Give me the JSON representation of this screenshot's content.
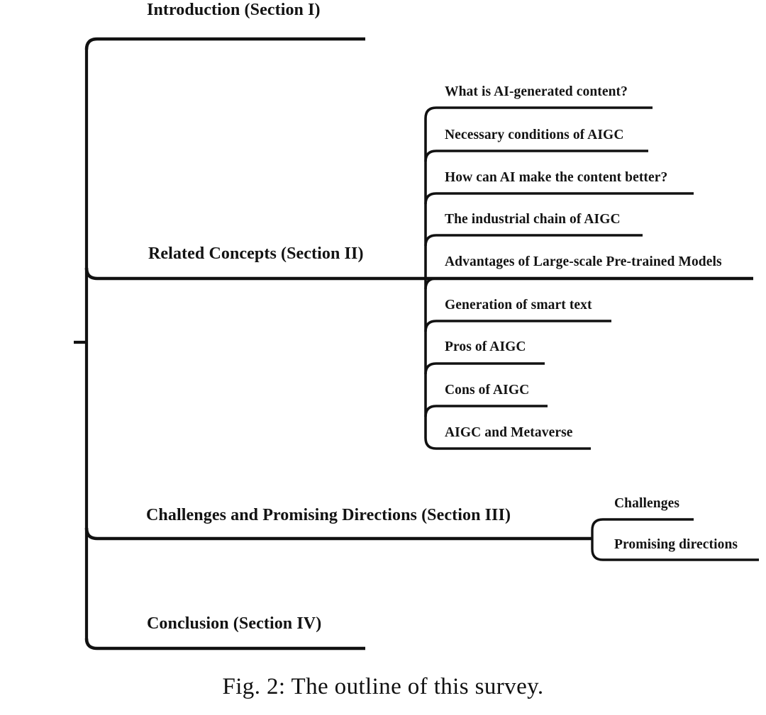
{
  "figure": {
    "caption": "Fig. 2: The outline of this survey.",
    "background_color": "#ffffff",
    "line_color": "#111111",
    "text_color": "#131313"
  },
  "root": {
    "name": "survey-outline-root"
  },
  "sections": [
    {
      "id": "introduction",
      "label": "Introduction (Section I)",
      "children": []
    },
    {
      "id": "related-concepts",
      "label": "Related Concepts (Section II)",
      "children": [
        {
          "id": "what-is-aigc",
          "label": "What is AI-generated content?"
        },
        {
          "id": "necessary-conditions",
          "label": "Necessary conditions of AIGC"
        },
        {
          "id": "content-better",
          "label": "How can AI make the content better?"
        },
        {
          "id": "industrial-chain",
          "label": "The industrial chain of AIGC"
        },
        {
          "id": "advantages-pretrained",
          "label": "Advantages of Large-scale Pre-trained Models"
        },
        {
          "id": "smart-text",
          "label": "Generation of smart text"
        },
        {
          "id": "pros",
          "label": "Pros of AIGC"
        },
        {
          "id": "cons",
          "label": "Cons of AIGC"
        },
        {
          "id": "metaverse",
          "label": "AIGC and Metaverse"
        }
      ]
    },
    {
      "id": "challenges-directions",
      "label": "Challenges and Promising Directions (Section III)",
      "children": [
        {
          "id": "challenges",
          "label": "Challenges"
        },
        {
          "id": "promising-directions",
          "label": "Promising directions"
        }
      ]
    },
    {
      "id": "conclusion",
      "label": "Conclusion (Section IV)",
      "children": []
    }
  ]
}
